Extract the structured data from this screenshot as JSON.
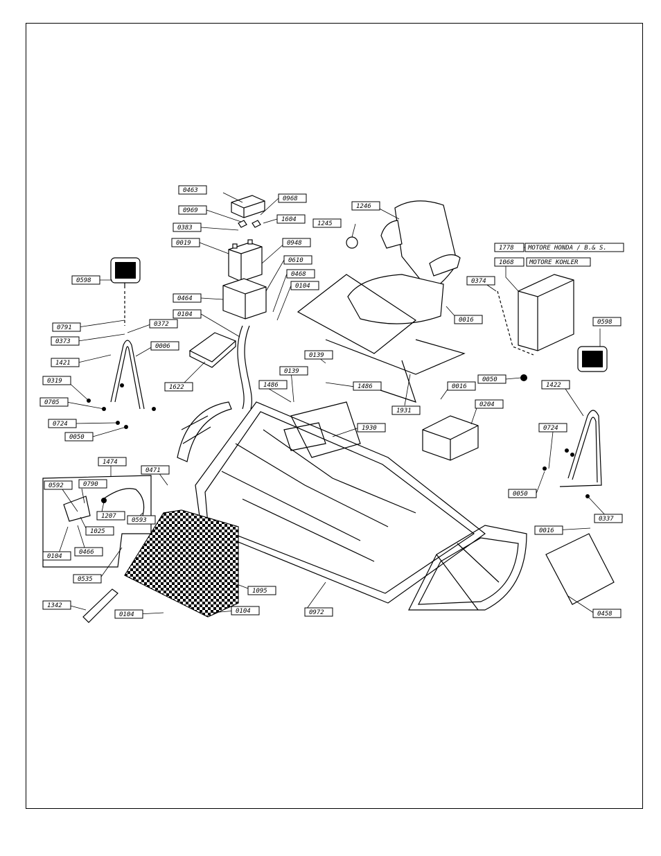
{
  "parts": [
    {
      "code": "0463"
    },
    {
      "code": "0968"
    },
    {
      "code": "0969"
    },
    {
      "code": "1604"
    },
    {
      "code": "0383"
    },
    {
      "code": "0019"
    },
    {
      "code": "0948"
    },
    {
      "code": "0610"
    },
    {
      "code": "0468"
    },
    {
      "code": "0464"
    },
    {
      "code": "0104"
    },
    {
      "code": "0598"
    },
    {
      "code": "0791"
    },
    {
      "code": "0372"
    },
    {
      "code": "0373"
    },
    {
      "code": "0006"
    },
    {
      "code": "1421"
    },
    {
      "code": "1622"
    },
    {
      "code": "0319"
    },
    {
      "code": "0705"
    },
    {
      "code": "0724"
    },
    {
      "code": "0050"
    },
    {
      "code": "1246"
    },
    {
      "code": "1245"
    },
    {
      "code": "0016"
    },
    {
      "code": "1931"
    },
    {
      "code": "0139"
    },
    {
      "code": "1486"
    },
    {
      "code": "1930"
    },
    {
      "code": "0204"
    },
    {
      "code": "1778"
    },
    {
      "code": "1068"
    },
    {
      "code": "0374"
    },
    {
      "code": "1422"
    },
    {
      "code": "0337"
    },
    {
      "code": "1474"
    },
    {
      "code": "0592"
    },
    {
      "code": "0790"
    },
    {
      "code": "1207"
    },
    {
      "code": "0593"
    },
    {
      "code": "1025"
    },
    {
      "code": "0466"
    },
    {
      "code": "0471"
    },
    {
      "code": "0535"
    },
    {
      "code": "1095"
    },
    {
      "code": "1342"
    },
    {
      "code": "0972"
    },
    {
      "code": "0458"
    }
  ],
  "engine_notes": {
    "honda": "MOTORE HONDA / B.& S.",
    "kohler": "MOTORE KOHLER"
  }
}
